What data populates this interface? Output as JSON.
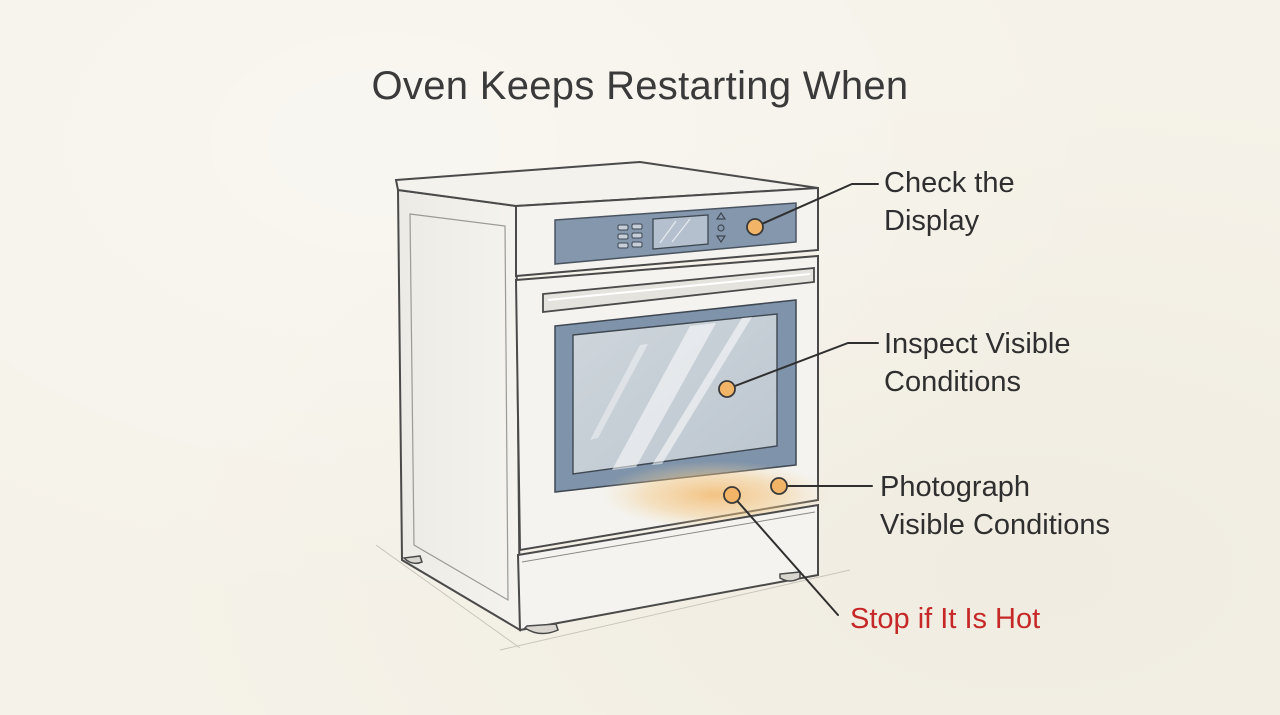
{
  "title": "Oven Keeps Restarting When",
  "callouts": {
    "display": {
      "lines": [
        "Check the",
        "Display"
      ]
    },
    "inspect": {
      "lines": [
        "Inspect Visible",
        "Conditions"
      ]
    },
    "photograph": {
      "lines": [
        "Photograph",
        "Visible Conditions"
      ]
    },
    "stop": {
      "text": "Stop if It Is Hot"
    }
  },
  "colors": {
    "background": "#f5f2e9",
    "outline": "#4a4a4a",
    "panel_blue": "#7f93aa",
    "marker_orange": "#f2b467",
    "heat_glow": "#f4c884",
    "warning_red": "#c62828"
  }
}
